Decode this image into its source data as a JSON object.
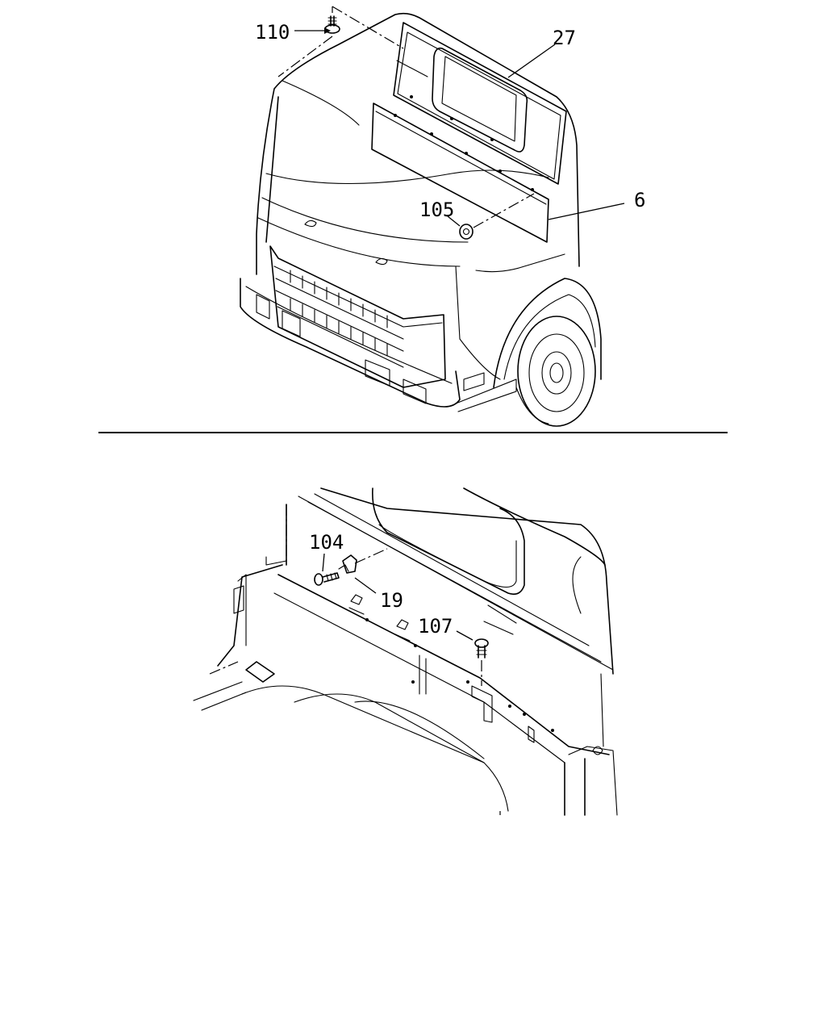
{
  "callouts": {
    "c110": "110",
    "c27": "27",
    "c105": "105",
    "c6": "6",
    "c104": "104",
    "c19": "19",
    "c107": "107"
  }
}
